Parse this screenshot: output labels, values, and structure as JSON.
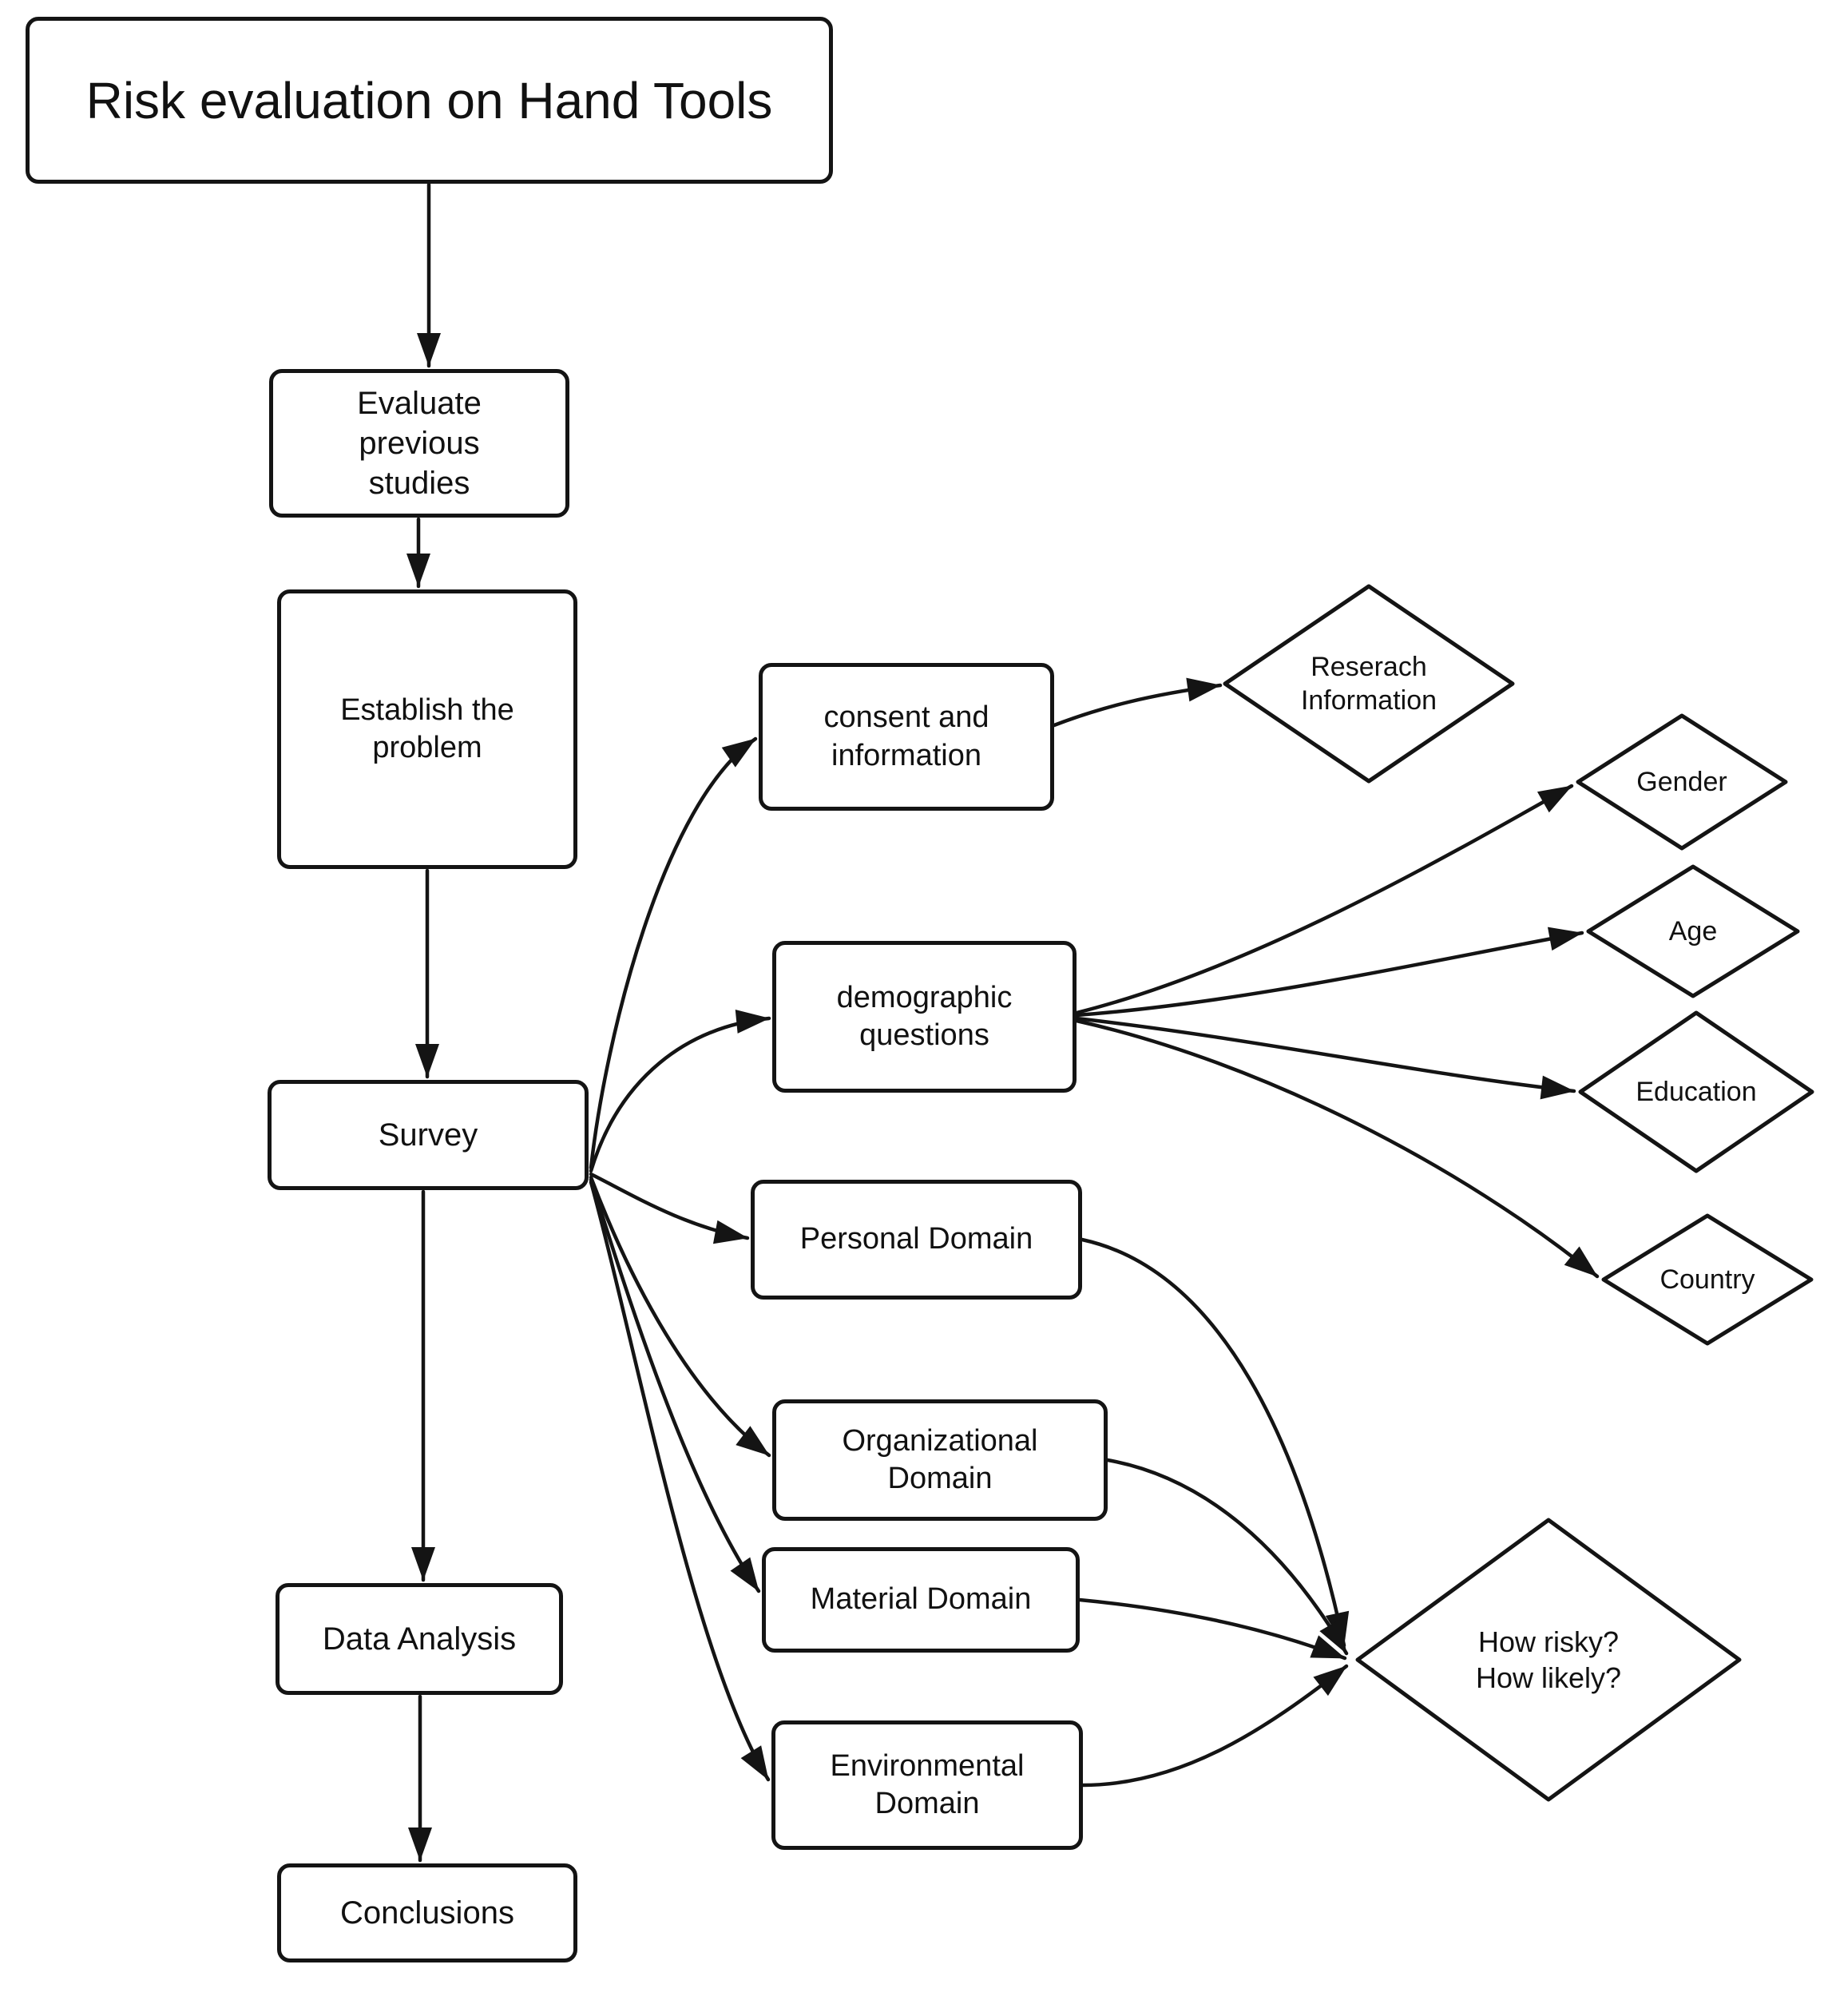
{
  "diagram": {
    "title": "Risk evaluation on Hand Tools",
    "colors": {
      "stroke": "#141414",
      "node_fill": "#ffffff",
      "background": "#ffffff",
      "text": "#111111"
    },
    "nodes": {
      "title": {
        "label": "Risk evaluation on Hand Tools",
        "shape": "rect"
      },
      "evaluate": {
        "label": "Evaluate\nprevious\nstudies",
        "shape": "rect"
      },
      "establish": {
        "label": "Establish the\nproblem",
        "shape": "rect"
      },
      "survey": {
        "label": "Survey",
        "shape": "rect"
      },
      "data_analysis": {
        "label": "Data Analysis",
        "shape": "rect"
      },
      "conclusions": {
        "label": "Conclusions",
        "shape": "rect"
      },
      "consent": {
        "label": "consent and\ninformation",
        "shape": "rect"
      },
      "demographic": {
        "label": "demographic\nquestions",
        "shape": "rect"
      },
      "personal": {
        "label": "Personal Domain",
        "shape": "rect"
      },
      "organizational": {
        "label": "Organizational\nDomain",
        "shape": "rect"
      },
      "material": {
        "label": "Material Domain",
        "shape": "rect"
      },
      "environmental": {
        "label": "Environmental\nDomain",
        "shape": "rect"
      },
      "research_info": {
        "label": "Reserach\nInformation",
        "shape": "diamond"
      },
      "gender": {
        "label": "Gender",
        "shape": "diamond"
      },
      "age": {
        "label": "Age",
        "shape": "diamond"
      },
      "education": {
        "label": "Education",
        "shape": "diamond"
      },
      "country": {
        "label": "Country",
        "shape": "diamond"
      },
      "how_risky": {
        "label": "How risky?\nHow likely?",
        "shape": "diamond"
      }
    },
    "edges": [
      {
        "from": "title",
        "to": "evaluate"
      },
      {
        "from": "evaluate",
        "to": "establish"
      },
      {
        "from": "establish",
        "to": "survey"
      },
      {
        "from": "survey",
        "to": "data_analysis"
      },
      {
        "from": "data_analysis",
        "to": "conclusions"
      },
      {
        "from": "survey",
        "to": "consent"
      },
      {
        "from": "survey",
        "to": "demographic"
      },
      {
        "from": "survey",
        "to": "personal"
      },
      {
        "from": "survey",
        "to": "organizational"
      },
      {
        "from": "survey",
        "to": "material"
      },
      {
        "from": "survey",
        "to": "environmental"
      },
      {
        "from": "consent",
        "to": "research_info"
      },
      {
        "from": "demographic",
        "to": "gender"
      },
      {
        "from": "demographic",
        "to": "age"
      },
      {
        "from": "demographic",
        "to": "education"
      },
      {
        "from": "demographic",
        "to": "country"
      },
      {
        "from": "personal",
        "to": "how_risky"
      },
      {
        "from": "organizational",
        "to": "how_risky"
      },
      {
        "from": "material",
        "to": "how_risky"
      },
      {
        "from": "environmental",
        "to": "how_risky"
      }
    ]
  }
}
